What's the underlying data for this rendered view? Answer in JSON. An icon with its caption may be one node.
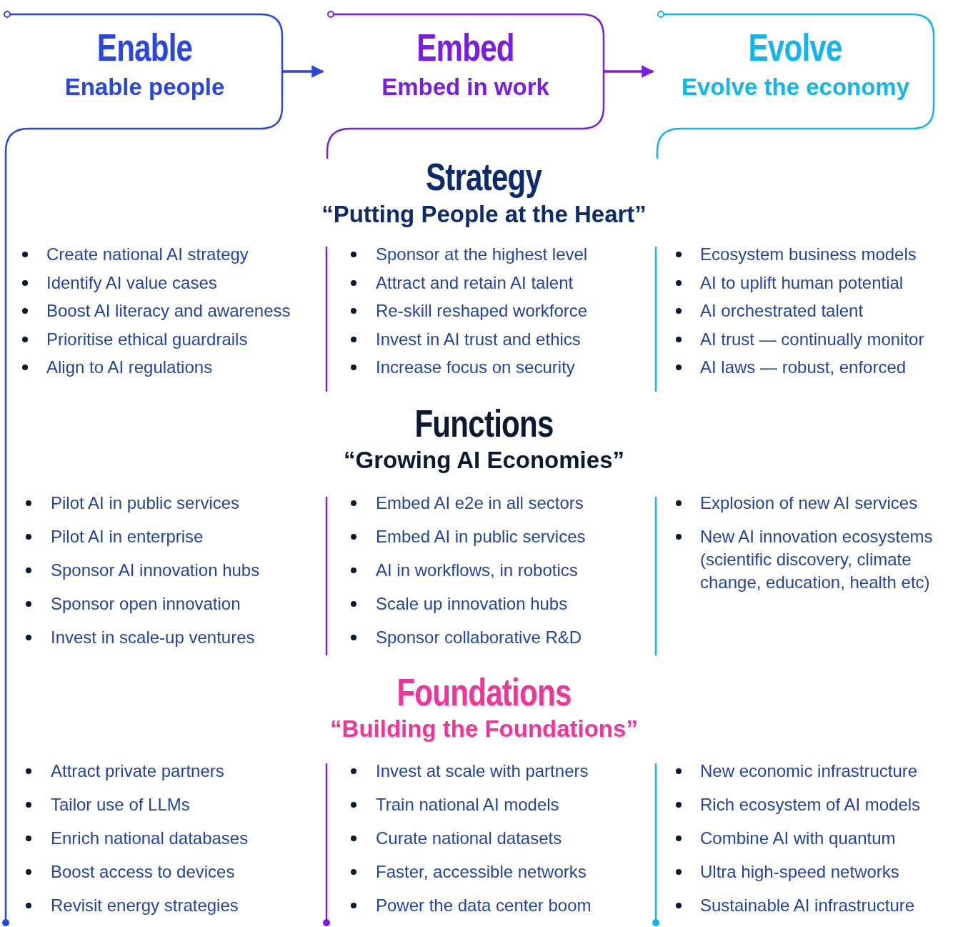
{
  "diagram": {
    "nodes": [
      {
        "text": [
          "Enable",
          "Enable people"
        ]
      },
      {
        "text": [
          "Embed",
          "Embed in work"
        ]
      },
      {
        "text": [
          "Evolve",
          "Evolve the economy"
        ]
      }
    ],
    "edges": [
      {
        "from": 0,
        "to": 1,
        "arrow": "to",
        "color": "#2a45e0"
      },
      {
        "from": 1,
        "to": 2,
        "arrow": "to",
        "color": "#7a1de0"
      }
    ],
    "labels": [
      "Strategy",
      "“Putting People at the Heart”",
      "Create national AI strategy",
      "Identify AI value cases",
      "Boost AI literacy and awareness",
      "Prioritise ethical guardrails",
      "Align to AI regulations",
      "Sponsor at the highest level",
      "Attract and retain AI talent",
      "Re-skill reshaped workforce",
      "Invest in AI trust and ethics",
      "Increase focus on security",
      "Ecosystem business models",
      "AI to uplift human potential",
      "AI orchestrated talent",
      "AI trust — continually monitor",
      "AI laws — robust, enforced",
      "Functions",
      "“Growing AI Economies”",
      "Pilot AI in public services",
      "Pilot AI in enterprise",
      "Sponsor AI innovation hubs",
      "Sponsor open innovation",
      "Invest in scale-up ventures",
      "Embed AI e2e in all sectors",
      "Embed AI in public services",
      "AI in workflows, in robotics",
      "Scale up innovation hubs",
      "Sponsor collaborative R&D",
      "Explosion of new AI services",
      "New AI innovation ecosystems (scientific discovery, climate change, education, health etc)",
      "Foundations",
      "“Building the Foundations”",
      "Attract private partners",
      "Tailor use of LLMs",
      "Enrich national databases",
      "Boost access to devices",
      "Revisit energy strategies",
      "Invest at scale with partners",
      "Train national AI models",
      "Curate national datasets",
      "Faster, accessible networks",
      "Power the data center boom",
      "New economic infrastructure",
      "Rich ecosystem of AI models",
      "Combine AI with quantum",
      "Ultra high-speed networks",
      "Sustainable AI infrastructure"
    ]
  }
}
